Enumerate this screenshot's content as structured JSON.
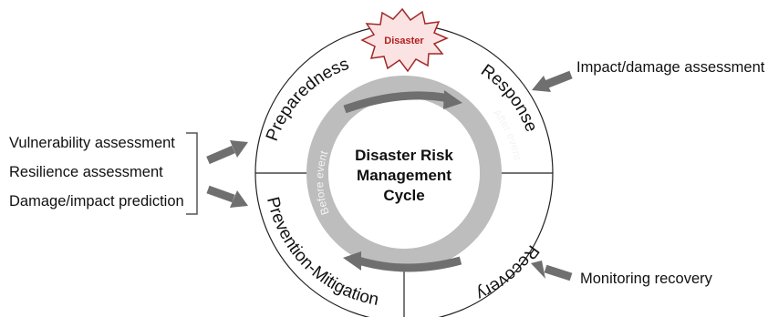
{
  "diagram": {
    "center_title_lines": [
      "Disaster Risk",
      "Management",
      "Cycle"
    ],
    "burst_label": "Disaster",
    "phases": {
      "preparedness": "Preparedness",
      "response": "Response",
      "recovery": "Recovery",
      "prevention": "Prevention-Mitigation"
    },
    "inner_labels": {
      "before": "Before event",
      "after": "After event"
    },
    "left_items": [
      "Vulnerability assessment",
      "Resilience assessment",
      "Damage/impact prediction"
    ],
    "right_items": {
      "top": "Impact/damage assessment",
      "bottom": "Monitoring recovery"
    },
    "colors": {
      "ring_gray": "#bdbdbd",
      "arrow_gray": "#6f6f6f",
      "burst_fill": "#fbe3e3",
      "burst_stroke": "#a32727",
      "burst_text": "#b02020"
    }
  }
}
